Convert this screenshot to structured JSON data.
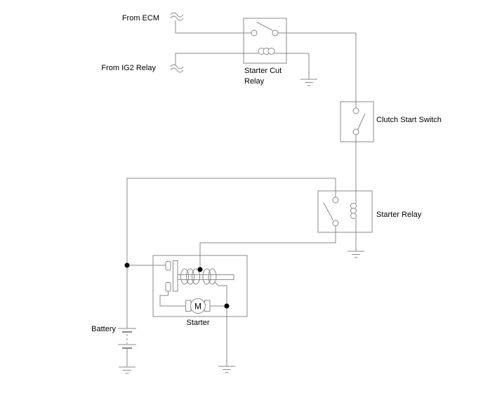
{
  "labels": {
    "from_ecm": "From ECM",
    "from_ig2_relay": "From IG2 Relay",
    "starter_cut_relay": [
      "Starter Cut",
      "Relay"
    ],
    "clutch_start_switch": "Clutch Start Switch",
    "starter_relay": "Starter Relay",
    "battery": "Battery",
    "starter": "Starter",
    "motor_m": "M"
  },
  "components": [
    {
      "name": "Starter Cut Relay",
      "type": "relay-with-switch-and-coil"
    },
    {
      "name": "Clutch Start Switch",
      "type": "switch"
    },
    {
      "name": "Starter Relay",
      "type": "relay-with-switch-and-coil"
    },
    {
      "name": "Starter",
      "type": "solenoid-and-motor"
    },
    {
      "name": "Battery",
      "type": "battery"
    }
  ],
  "sources": [
    "From ECM",
    "From IG2 Relay"
  ],
  "grounds_count": 4,
  "junction_dots_count": 3,
  "icons": {
    "wire-break-icon": "≈",
    "ground-icon": "⏚",
    "motor-icon": "M"
  },
  "colors": {
    "background": "#ffffff",
    "wire": "#8a8a8a",
    "text": "#000000",
    "junction_dot": "#000000"
  }
}
